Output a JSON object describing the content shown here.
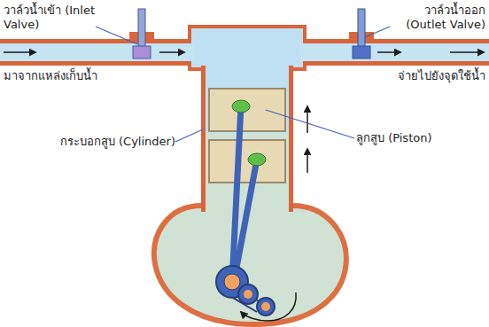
{
  "diagram": {
    "labels": [
      "วาล์วน้ำเข้า (Inlet Valve)",
      "วาล์วน้ำออก (Outlet Valve)",
      "มาจากแหล่งเก็บน้ำ",
      "จ่ายไปยังจุดใช้น้ำ",
      "กระบอกสูบ (Cylinder)",
      "ลูกสูบ (Piston)"
    ]
  }
}
